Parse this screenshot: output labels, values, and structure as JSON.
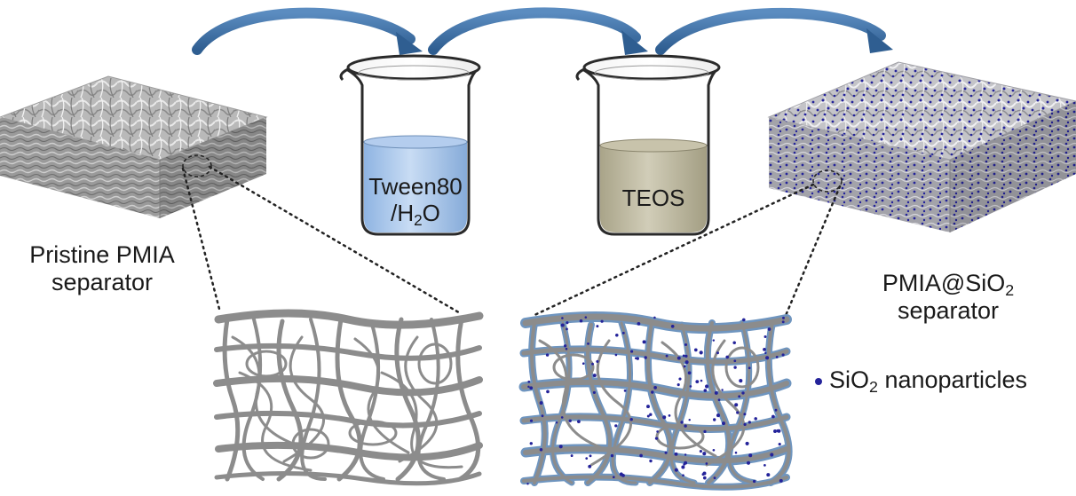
{
  "labels": {
    "pristine_line1": "Pristine PMIA",
    "pristine_line2": "separator",
    "beaker1_line1": "Tween80",
    "beaker1_line2_prefix": "/H",
    "beaker1_line2_sub": "2",
    "beaker1_line2_suffix": "O",
    "beaker2": "TEOS",
    "coated_line1_prefix": "PMIA@SiO",
    "coated_line1_sub": "2",
    "coated_line2": "separator",
    "legend_prefix": "SiO",
    "legend_sub": "2",
    "legend_suffix": " nanoparticles"
  },
  "colors": {
    "arrow": "#3a6fa5",
    "arrow_dark": "#2c5580",
    "fiber": "#8c8c8c",
    "fiber_coat": "#6f95bf",
    "nanoparticle": "#24239a",
    "tween_solution": "#9ec1ea",
    "teos_solution": "#b8b39b",
    "membrane_top": "#cfcfcf",
    "membrane_front": "#a7a7a7",
    "membrane_side": "#878787"
  }
}
